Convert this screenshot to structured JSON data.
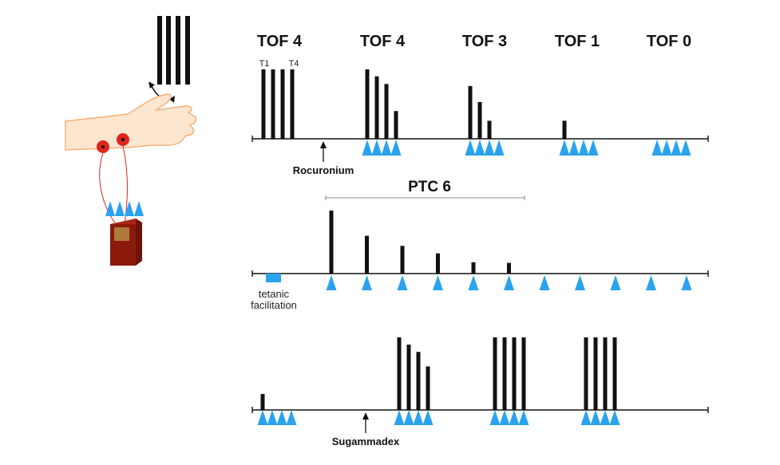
{
  "colors": {
    "stimulus": "#29a3ee",
    "twitch": "#111111",
    "skin": "#fde6cf",
    "skin_outline": "#f3b27a",
    "electrode": "#e0241b",
    "device": "#8c1a0c",
    "device_window": "#b07a3a"
  },
  "icons": {
    "hand": "hand-icon",
    "electrode": "electrode-icon",
    "stimulator": "nerve-stimulator-icon",
    "stimulus": "stimulus-triangle-icon",
    "arrow": "arrow-up-icon"
  },
  "row1": {
    "tof_labels": [
      "TOF 4",
      "TOF 4",
      "TOF 3",
      "TOF 1",
      "TOF 0"
    ],
    "t1_label": "T1",
    "t4_label": "T4",
    "twitch_groups": [
      [
        1,
        1,
        1,
        1
      ],
      [
        1,
        0.9,
        0.79,
        0.4
      ],
      [
        0.76,
        0.53,
        0.26
      ],
      [
        0.26
      ],
      []
    ],
    "arrow_label": "Rocuronium"
  },
  "row2": {
    "title": "PTC 6",
    "tetanic_label_line1": "tetanic",
    "tetanic_label_line2": "facilitation",
    "twitches": [
      1,
      0.6,
      0.44,
      0.32,
      0.18,
      0.17
    ],
    "stimulus_count": 11
  },
  "row3": {
    "twitch_groups": [
      [
        0.22
      ],
      [
        1,
        0.9,
        0.8,
        0.6
      ],
      [
        1,
        1,
        1,
        1
      ],
      [
        1,
        1,
        1,
        1
      ]
    ],
    "arrow_label": "Sugammadex"
  }
}
